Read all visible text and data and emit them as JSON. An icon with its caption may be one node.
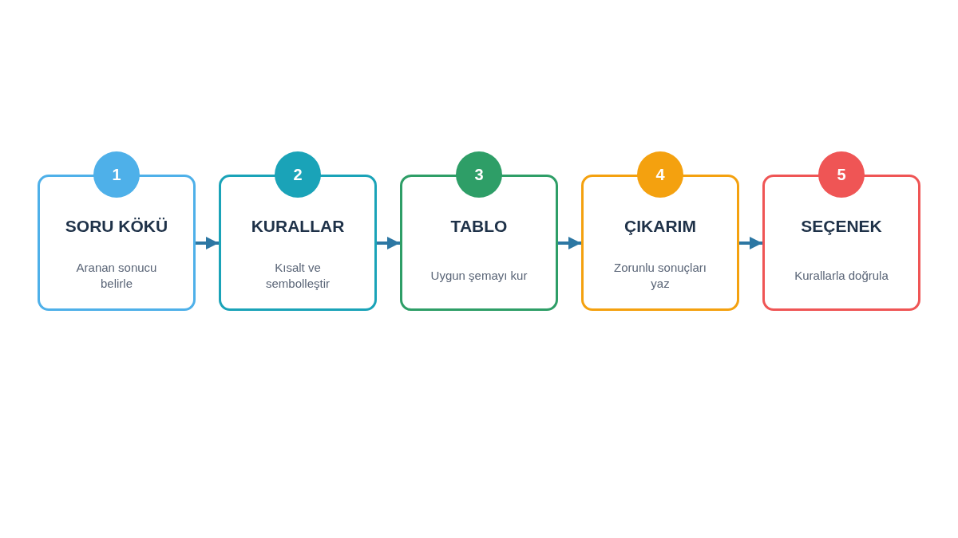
{
  "diagram": {
    "nodes": [
      {
        "text": [
          "1"
        ]
      },
      {
        "text": [
          "SORU KÖKÜ",
          "Aranan sonucu belirle"
        ]
      },
      {
        "text": [
          "2"
        ]
      },
      {
        "text": [
          "KURALLAR",
          "Kısalt ve sembolleştir"
        ]
      },
      {
        "text": [
          "3"
        ]
      },
      {
        "text": [
          "TABLO",
          "Uygun şemayı kur"
        ]
      },
      {
        "text": [
          "4"
        ]
      },
      {
        "text": [
          "ÇIKARIM",
          "Zorunlu sonuçları yaz"
        ]
      },
      {
        "text": [
          "5"
        ]
      },
      {
        "text": [
          "SEÇENEK",
          "Kurallarla doğrula"
        ]
      }
    ],
    "edges": [
      {
        "from": 1,
        "to": 3,
        "arrow": "to"
      },
      {
        "from": 3,
        "to": 5,
        "arrow": "to"
      },
      {
        "from": 5,
        "to": 7,
        "arrow": "to"
      },
      {
        "from": 7,
        "to": 9,
        "arrow": "to"
      }
    ]
  }
}
